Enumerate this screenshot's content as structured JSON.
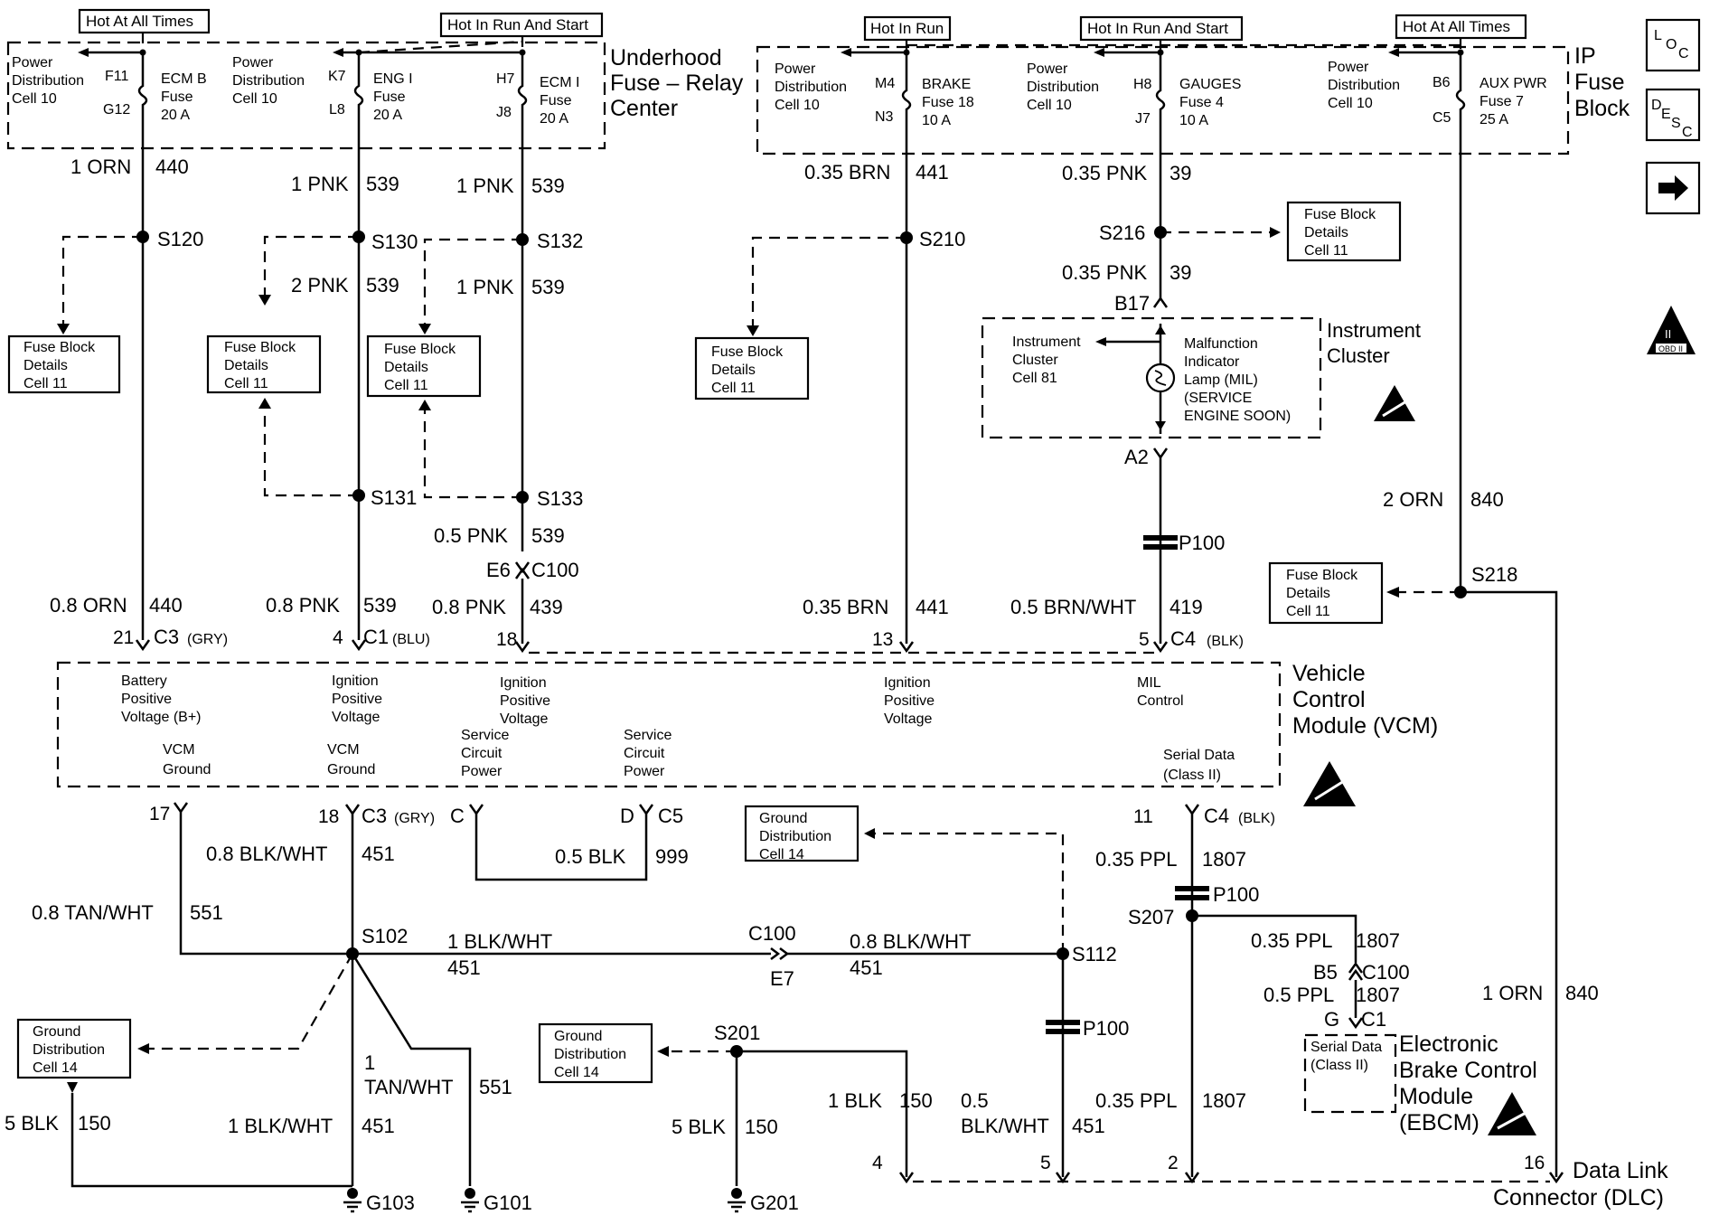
{
  "header_labels": {
    "hot_at_all_times_left": "Hot At All Times",
    "hot_in_run_start_left": "Hot In Run And Start",
    "hot_in_run": "Hot In Run",
    "hot_in_run_start_right": "Hot In Run And Start",
    "hot_at_all_times_right": "Hot At All Times"
  },
  "modules": {
    "underhood": [
      "Underhood",
      "Fuse – Relay",
      "Center"
    ],
    "ip_fuse_block": [
      "IP",
      "Fuse",
      "Block"
    ],
    "instrument_cluster": [
      "Instrument",
      "Cluster"
    ],
    "vcm": [
      "Vehicle",
      "Control",
      "Module (VCM)"
    ],
    "ebcm": [
      "Electronic",
      "Brake Control",
      "Module",
      "(EBCM)"
    ],
    "dlc": [
      "Data Link",
      "Connector (DLC)"
    ]
  },
  "fuses": {
    "pdc_text": [
      "Power",
      "Distribution",
      "Cell 10"
    ],
    "ecm_b": {
      "top_pin": "F11",
      "bottom_pin": "G12",
      "name": [
        "ECM B",
        "Fuse",
        "20 A"
      ]
    },
    "eng_i": {
      "top_pin": "K7",
      "bottom_pin": "L8",
      "name": [
        "ENG I",
        "Fuse",
        "20 A"
      ]
    },
    "ecm_i": {
      "top_pin": "H7",
      "bottom_pin": "J8",
      "name": [
        "ECM I",
        "Fuse",
        "20 A"
      ]
    },
    "brake": {
      "top_pin": "M4",
      "bottom_pin": "N3",
      "name": [
        "BRAKE",
        "Fuse 18",
        "10 A"
      ]
    },
    "gauges": {
      "top_pin": "H8",
      "bottom_pin": "J7",
      "name": [
        "GAUGES",
        "Fuse 4",
        "10 A"
      ]
    },
    "aux_pwr": {
      "top_pin": "B6",
      "bottom_pin": "C5",
      "name": [
        "AUX PWR",
        "Fuse 7",
        "25 A"
      ]
    }
  },
  "fuse_block_details": [
    "Fuse Block",
    "Details",
    "Cell 11"
  ],
  "ground_distribution": [
    "Ground",
    "Distribution",
    "Cell 14"
  ],
  "splices": {
    "s120": "S120",
    "s130": "S130",
    "s132": "S132",
    "s131": "S131",
    "s133": "S133",
    "s210": "S210",
    "s216": "S216",
    "s218": "S218",
    "s102": "S102",
    "s112": "S112",
    "s207": "S207",
    "s201": "S201"
  },
  "wires": {
    "orn_440_top": [
      "1 ORN",
      "440"
    ],
    "pnk_539_a": [
      "1 PNK",
      "539"
    ],
    "pnk_539_b": [
      "1 PNK",
      "539"
    ],
    "pnk2_539": [
      "2 PNK",
      "539"
    ],
    "pnk_539_c": [
      "1 PNK",
      "539"
    ],
    "pnk05_539": [
      "0.5 PNK",
      "539"
    ],
    "brn_441_top": [
      "0.35 BRN",
      "441"
    ],
    "pnk_39_a": [
      "0.35 PNK",
      "39"
    ],
    "pnk_39_b": [
      "0.35 PNK",
      "39"
    ],
    "orn2_840": [
      "2 ORN",
      "840"
    ],
    "orn08_440": [
      "0.8 ORN",
      "440"
    ],
    "pnk08_539": [
      "0.8 PNK",
      "539"
    ],
    "pnk08_439": [
      "0.8 PNK",
      "439"
    ],
    "brn_441_bot": [
      "0.35 BRN",
      "441"
    ],
    "brnwht_419": [
      "0.5 BRN/WHT",
      "419"
    ],
    "blkwht_451_a": [
      "0.8 BLK/WHT",
      "451"
    ],
    "blk_999": [
      "0.5 BLK",
      "999"
    ],
    "ppl_1807_a": [
      "0.35 PPL",
      "1807"
    ],
    "tanwht_551_a": [
      "0.8 TAN/WHT",
      "551"
    ],
    "blkwht_451_b": [
      "1 BLK/WHT",
      "451"
    ],
    "blkwht_451_c": [
      "0.8 BLK/WHT",
      "451"
    ],
    "ppl_1807_b": [
      "0.35 PPL",
      "1807"
    ],
    "ppl05_1807": [
      "0.5 PPL",
      "1807"
    ],
    "orn1_840": [
      "1 ORN",
      "840"
    ],
    "blk5_150_a": [
      "5 BLK",
      "150"
    ],
    "tanwht_551_b": [
      "1",
      "TAN/WHT",
      "551"
    ],
    "blkwht_451_d": [
      "1 BLK/WHT",
      "451"
    ],
    "blk5_150_b": [
      "5 BLK",
      "150"
    ],
    "blk1_150": [
      "1 BLK",
      "150"
    ],
    "blkwht05_451": [
      "0.5",
      "BLK/WHT",
      "451"
    ],
    "ppl_1807_c": [
      "0.35 PPL",
      "1807"
    ]
  },
  "connectors": {
    "c3_top": {
      "pin": "21",
      "name": "C3",
      "color": "(GRY)"
    },
    "c1_top": {
      "pin": "4",
      "name": "C1",
      "color": "(BLU)"
    },
    "c4_top": {
      "pin": "5",
      "name": "C4",
      "color": "(BLK)"
    },
    "pin18_top": "18",
    "pin13_top": "13",
    "e6": "E6",
    "c100_top": "C100",
    "b17": "B17",
    "a2": "A2",
    "p100": "P100",
    "c3_bot": {
      "pin_a": "17",
      "pin_b": "18",
      "name": "C3",
      "color": "(GRY)"
    },
    "c5": {
      "pin_c": "C",
      "pin_d": "D",
      "name": "C5"
    },
    "c4_bot": {
      "pin": "11",
      "name": "C4",
      "color": "(BLK)"
    },
    "c100_mid": "C100",
    "e7": "E7",
    "b5": "B5",
    "c100_right": "C100",
    "g_c1": {
      "pin": "G",
      "name": "C1"
    },
    "dlc_pins": [
      "4",
      "5",
      "2",
      "16"
    ]
  },
  "cluster_text": {
    "left": [
      "Instrument",
      "Cluster",
      "Cell 81"
    ],
    "right": [
      "Malfunction",
      "Indicator",
      "Lamp (MIL)",
      "(SERVICE",
      "ENGINE SOON)"
    ]
  },
  "vcm_text": {
    "battery": [
      "Battery",
      "Positive",
      "Voltage (B+)"
    ],
    "ign1": [
      "Ignition",
      "Positive",
      "Voltage"
    ],
    "ign2": [
      "Ignition",
      "Positive",
      "Voltage"
    ],
    "ign3": [
      "Ignition",
      "Positive",
      "Voltage"
    ],
    "mil": [
      "MIL",
      "Control"
    ],
    "vcm_ground1": [
      "VCM",
      "Ground"
    ],
    "vcm_ground2": [
      "VCM",
      "Ground"
    ],
    "service1": [
      "Service",
      "Circuit",
      "Power"
    ],
    "service2": [
      "Service",
      "Circuit",
      "Power"
    ],
    "serial": [
      "Serial Data",
      "(Class II)"
    ]
  },
  "ebcm_text": [
    "Serial Data",
    "(Class II)"
  ],
  "grounds": {
    "g103": "G103",
    "g101": "G101",
    "g201": "G201"
  },
  "side_icons": {
    "loc": "LOC",
    "desc": "DESC",
    "obd": "OBD II"
  }
}
